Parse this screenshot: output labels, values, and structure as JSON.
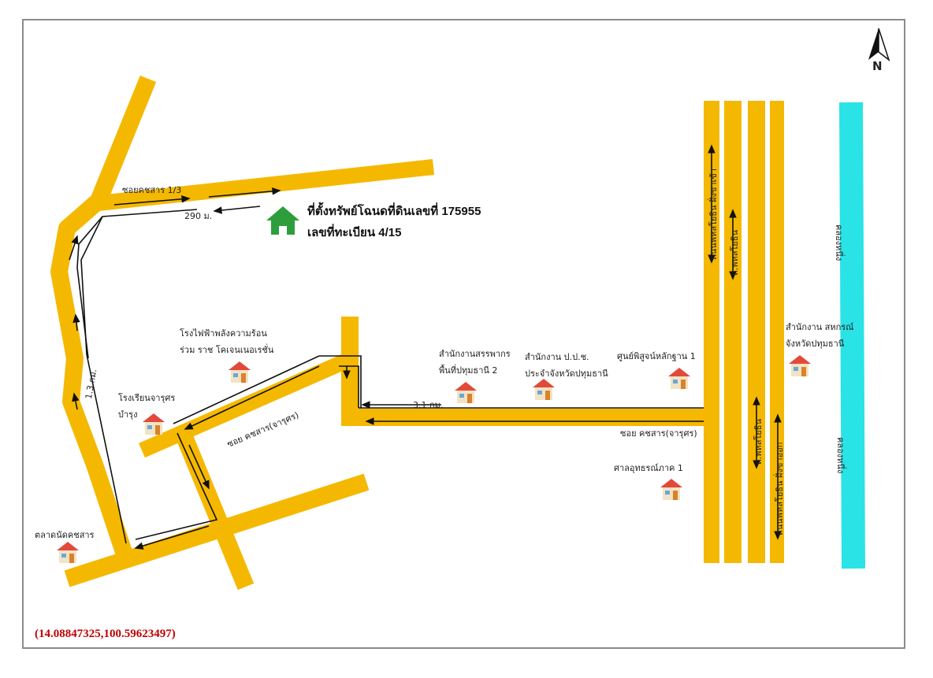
{
  "target": {
    "line1": "ที่ตั้งทรัพย์โฉนดที่ดินเลขที่ 175955",
    "line2": "เลขที่ทะเบียน 4/15"
  },
  "roads": {
    "soi_1_3": "ซอยคชสาร 1/3",
    "soi_kotchasan_diag": "ซอย คชสาร(จารุศร)",
    "soi_kotchasan_main": "ซอย คชสาร(จารุศร)",
    "hwy_left_1": "ถนนพหลโยธิน ฝั่งขาเข้า",
    "hwy_left_2": "ถ.พหลโยธิน",
    "hwy_right_1": "ถ.พหลโยธิน",
    "hwy_right_2": "ถนนพหลโยธิน ฝั่งขาออก",
    "canal_top": "คลองหนึ่ง",
    "canal_bottom": "คลองหนึ่ง"
  },
  "distances": {
    "d290": "290 ม.",
    "d13": "1.3 กม.",
    "d31": "3.1 กม."
  },
  "places": {
    "power_plant_l1": "โรงไฟฟ้าพลังความร้อน",
    "power_plant_l2": "ร่วม ราช โคเจนเนอเรชั่น",
    "revenue_l1": "สำนักงานสรรพากร",
    "revenue_l2": "พื้นที่ปทุมธานี 2",
    "ppc_l1": "สำนักงาน ป.ป.ช.",
    "ppc_l2": "ประจำจังหวัดปทุมธานี",
    "forensic": "ศูนย์พิสูจน์หลักฐาน 1",
    "coop_l1": "สำนักงาน สหกรณ์",
    "coop_l2": "จังหวัดปทุมธานี",
    "school_l1": "โรงเรียนจารุศร",
    "school_l2": "บำรุง",
    "court": "ศาลอุทธรณ์ภาค 1",
    "market": "ตลาดนัดคชสาร"
  },
  "north": "N",
  "coordinates": "(14.08847325,100.59623497)",
  "colors": {
    "road": "#f5b800",
    "canal": "#29e3e6",
    "house_green": "#2e9e3c",
    "coords_red": "#c00000"
  }
}
